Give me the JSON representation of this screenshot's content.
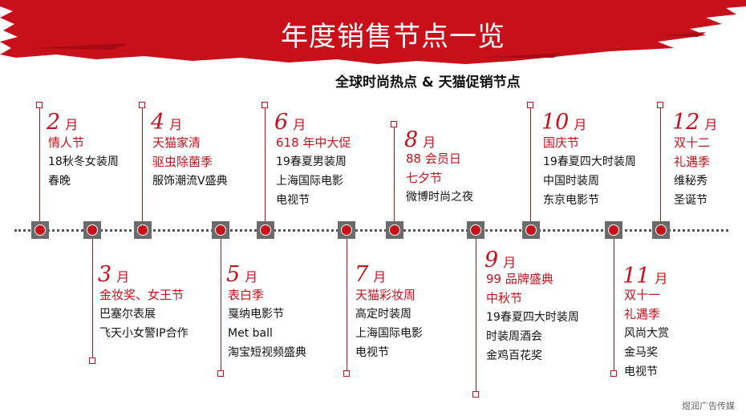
{
  "title": "年度销售节点一览",
  "subtitle": "全球时尚热点 & 天猫促销节点",
  "credit": "煜润广告传媒",
  "colors": {
    "accent": "#c8101a",
    "node": "#6b6b6b",
    "text": "#111111"
  },
  "months": [
    {
      "number": "2",
      "unit": "月",
      "highlights": [
        "情人节"
      ],
      "events": [
        "18秋冬女装周",
        "春晚"
      ]
    },
    {
      "number": "3",
      "unit": "月",
      "highlights": [
        "金妆奖、女王节"
      ],
      "events": [
        "巴塞尔表展",
        "飞天小女警IP合作"
      ]
    },
    {
      "number": "4",
      "unit": "月",
      "highlights": [
        "天猫家清",
        "驱虫除菌季"
      ],
      "events": [
        "服饰潮流V盛典"
      ]
    },
    {
      "number": "5",
      "unit": "月",
      "highlights": [
        "表白季"
      ],
      "events": [
        "戛纳电影节",
        "Met ball",
        "淘宝短视频盛典"
      ]
    },
    {
      "number": "6",
      "unit": "月",
      "highlights": [
        "618 年中大促"
      ],
      "events": [
        "19春夏男装周",
        "上海国际电影",
        "电视节"
      ]
    },
    {
      "number": "7",
      "unit": "月",
      "highlights": [
        "天猫彩妆周"
      ],
      "events": [
        "高定时装周",
        "上海国际电影",
        "电视节"
      ]
    },
    {
      "number": "8",
      "unit": "月",
      "highlights": [
        "88 会员日",
        "七夕节"
      ],
      "events": [
        "微博时尚之夜"
      ]
    },
    {
      "number": "9",
      "unit": "月",
      "highlights": [
        "99 品牌盛典",
        "中秋节"
      ],
      "events": [
        "19春夏四大时装周",
        "时装周酒会",
        "金鸡百花奖"
      ]
    },
    {
      "number": "10",
      "unit": "月",
      "highlights": [
        "国庆节"
      ],
      "events": [
        "19春夏四大时装周",
        "中国时装周",
        "东京电影节"
      ]
    },
    {
      "number": "11",
      "unit": "月",
      "highlights": [
        "双十一",
        "礼遇季"
      ],
      "events": [
        "风尚大赏",
        "金马奖",
        "电视节"
      ]
    },
    {
      "number": "12",
      "unit": "月",
      "highlights": [
        "双十二",
        "礼遇季"
      ],
      "events": [
        "维秘秀",
        "圣诞节"
      ]
    }
  ]
}
